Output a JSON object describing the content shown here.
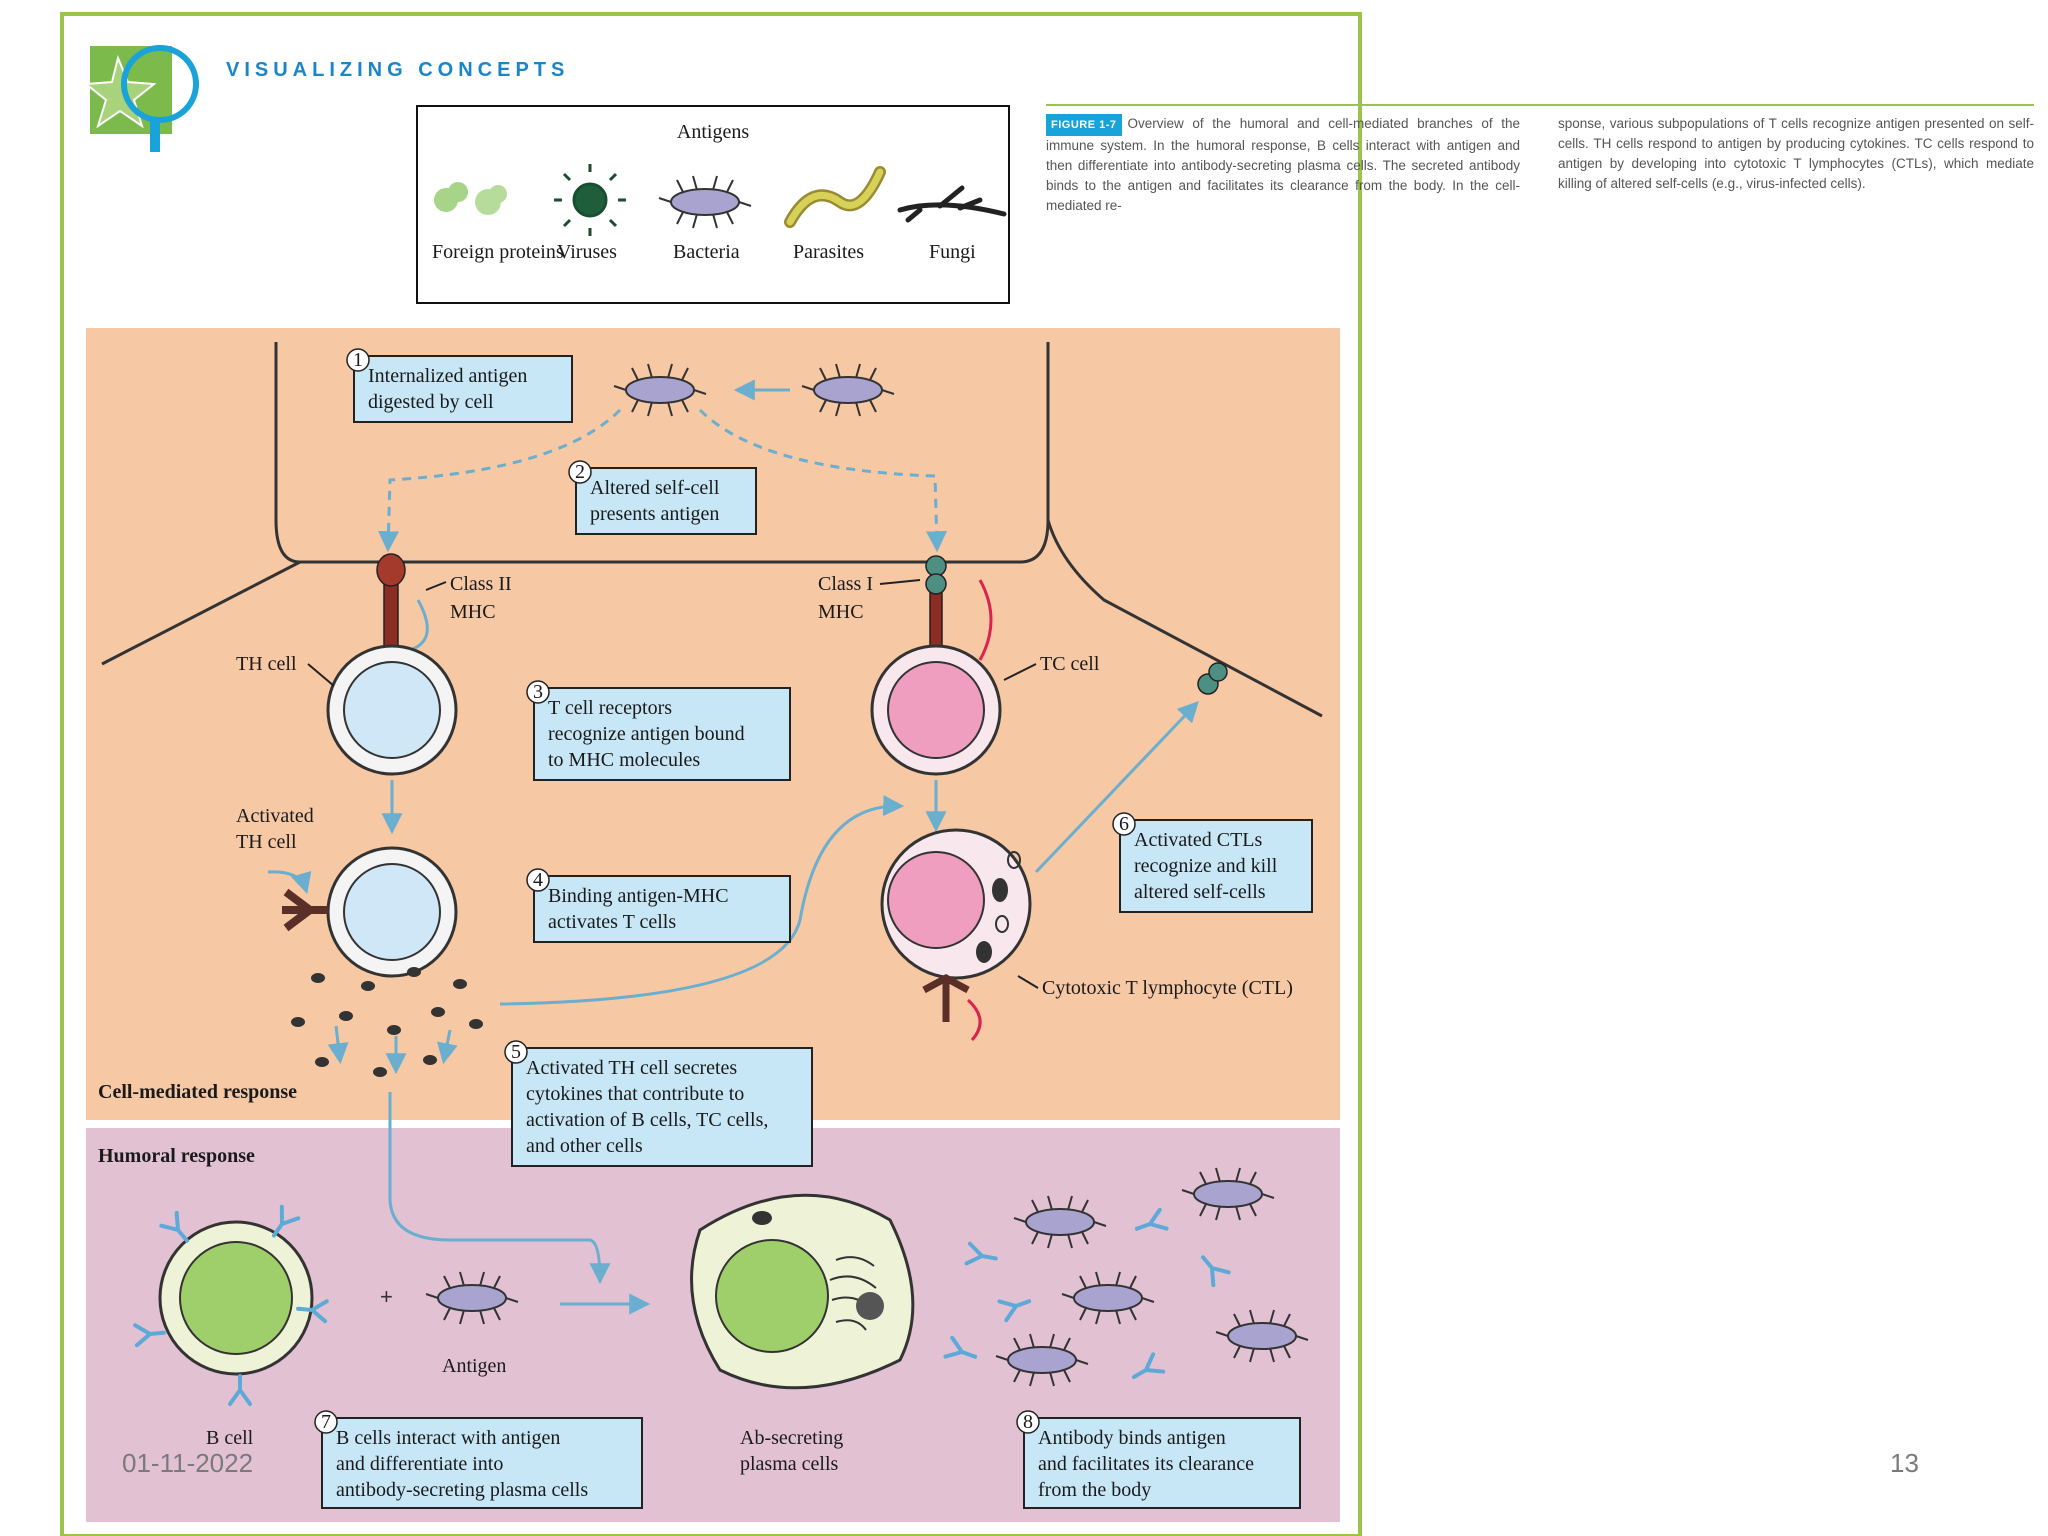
{
  "header": {
    "title": "VISUALIZING CONCEPTS"
  },
  "legend": {
    "title": "Antigens",
    "items": [
      "Foreign proteins",
      "Viruses",
      "Bacteria",
      "Parasites",
      "Fungi"
    ]
  },
  "caption": {
    "figure_tag": "FIGURE 1-7",
    "col1": "Overview of the humoral and cell-mediated branches of the immune system. In the humoral response, B cells interact with antigen and then differentiate into antibody-secreting plasma cells. The secreted antibody binds to the antigen and facilitates its clearance from the body. In the cell-mediated re-",
    "col2": "sponse, various subpopulations of T cells recognize antigen presented on self-cells. TH cells respond to antigen by producing cytokines. TC cells respond to antigen by developing into cytotoxic T lymphocytes (CTLs), which mediate killing of altered self-cells (e.g., virus-infected cells)."
  },
  "steps": {
    "s1": {
      "num": "1",
      "lines": [
        "Internalized antigen",
        "digested by cell"
      ]
    },
    "s2": {
      "num": "2",
      "lines": [
        "Altered self-cell",
        "presents antigen"
      ]
    },
    "s3": {
      "num": "3",
      "lines": [
        "T cell receptors",
        "recognize antigen bound",
        "to MHC molecules"
      ]
    },
    "s4": {
      "num": "4",
      "lines": [
        "Binding antigen-MHC",
        "activates T cells"
      ]
    },
    "s5": {
      "num": "5",
      "lines": [
        "Activated TH cell secretes",
        "cytokines that contribute to",
        "activation of B cells, TC cells,",
        "and other cells"
      ]
    },
    "s6": {
      "num": "6",
      "lines": [
        "Activated CTLs",
        "recognize and kill",
        "altered self-cells"
      ]
    },
    "s7": {
      "num": "7",
      "lines": [
        "B cells interact with antigen",
        "and differentiate into",
        "antibody-secreting plasma cells"
      ]
    },
    "s8": {
      "num": "8",
      "lines": [
        "Antibody binds antigen",
        "and facilitates its clearance",
        "from the body"
      ]
    }
  },
  "labels": {
    "class2": [
      "Class II",
      "MHC"
    ],
    "class1": [
      "Class I",
      "MHC"
    ],
    "th_cell": "TH cell",
    "tc_cell": "TC cell",
    "activated_th": [
      "Activated",
      "TH cell"
    ],
    "ctl": "Cytotoxic T lymphocyte (CTL)",
    "cell_mediated": "Cell-mediated response",
    "humoral": "Humoral response",
    "b_cell": "B cell",
    "antigen": "Antigen",
    "plasma": [
      "Ab-secreting",
      "plasma cells"
    ]
  },
  "footer": {
    "date": "01-11-2022",
    "page": "13"
  },
  "colors": {
    "frame": "#9cc44b",
    "cell_panel": "#f7c8a4",
    "humoral_panel": "#e2c2d2",
    "box_fill": "#c7e6f6",
    "box_stroke": "#222222",
    "arrow": "#6aaed0",
    "th_nucleus": "#cfe7f6",
    "tc_nucleus": "#ef9ec0",
    "b_nucleus": "#9fcf6a"
  }
}
